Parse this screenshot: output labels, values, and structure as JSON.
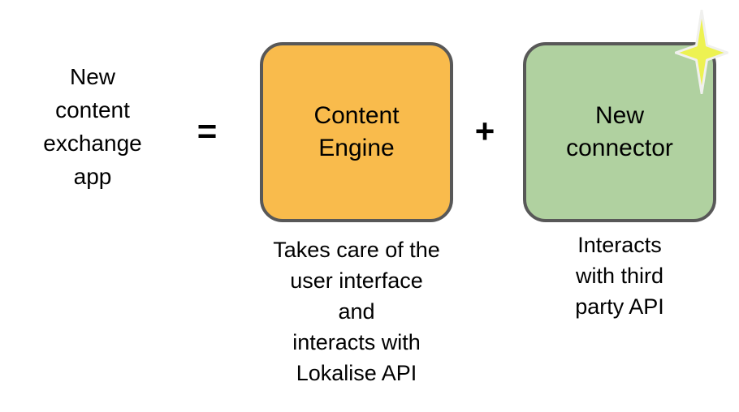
{
  "diagram": {
    "equation_label": "New\ncontent\nexchange\napp",
    "operators": {
      "equals": "=",
      "plus": "+"
    },
    "nodes": [
      {
        "id": "content-engine",
        "label": "Content\nEngine",
        "fill_color": "#F9BB4C",
        "border_color": "#585858",
        "caption": "Takes care of the\nuser interface\nand\ninteracts with\nLokalise API"
      },
      {
        "id": "new-connector",
        "label": "New\nconnector",
        "fill_color": "#B0D1A0",
        "border_color": "#585858",
        "caption": "Interacts\nwith third\nparty API",
        "badge": {
          "icon": "sparkle-icon",
          "fill_color": "#EDF252",
          "outline_color": "#F0F0EE"
        }
      }
    ],
    "background_color": "#FFFFFF",
    "text_color": "#000000"
  }
}
